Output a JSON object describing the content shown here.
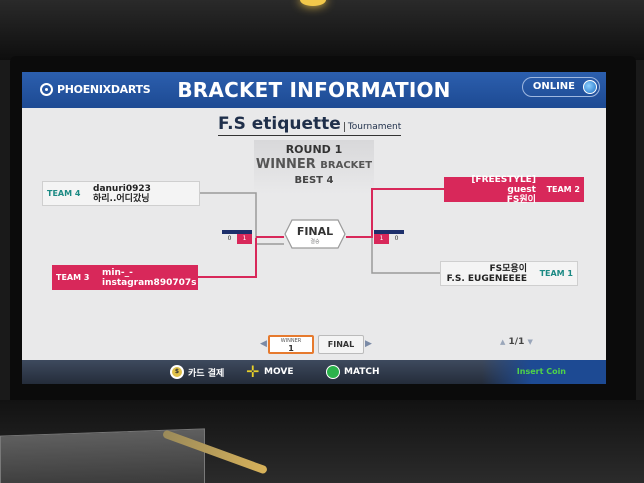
{
  "header": {
    "brand": "PHOENIXDARTS",
    "title": "BRACKET INFORMATION",
    "status": "ONLINE"
  },
  "tournament": {
    "name": "F.S etiquette",
    "type": "Tournament"
  },
  "round": {
    "label": "ROUND 1",
    "bracket_main": "WINNER",
    "bracket_sub": "BRACKET",
    "best": "BEST 4"
  },
  "teams": {
    "team4": {
      "label": "TEAM 4",
      "p1": "danuri0923",
      "p2": "하리..어디갔닝"
    },
    "team3": {
      "label": "TEAM 3",
      "p1": "min-_-",
      "p2": "instagram890707s"
    },
    "team2": {
      "label": "TEAM 2",
      "p1": "[FREESTYLE] guest",
      "p2": "FS원이"
    },
    "team1": {
      "label": "TEAM 1",
      "p1": "FS모용이",
      "p2": "F.S. EUGENEEEE"
    }
  },
  "scores": {
    "left": {
      "a": "0",
      "b": "1"
    },
    "right": {
      "a": "1",
      "b": "0"
    }
  },
  "final": {
    "label": "FINAL",
    "sub": "결승"
  },
  "nav": {
    "active_small": "WINNER",
    "active_big": "1",
    "next": "FINAL",
    "page": "1/1"
  },
  "footer": {
    "coin_icon_text": "$",
    "card_pay": "카드 결제",
    "move": "MOVE",
    "match": "MATCH",
    "insert_coin": "Insert Coin"
  },
  "colors": {
    "header": "#1d4a93",
    "accent_pink": "#d8285a",
    "team_label_teal": "#1c8a84",
    "navy": "#1d2f6b"
  }
}
